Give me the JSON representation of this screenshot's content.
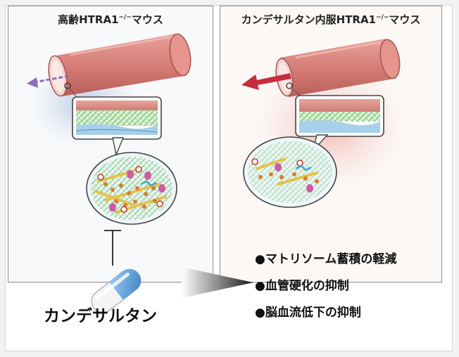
{
  "panels": {
    "left": {
      "title": "高齢HTRA1",
      "superscript": "−/−",
      "suffix": "マウス"
    },
    "right": {
      "title": "カンデサルタン内服HTRA1",
      "superscript": "−/−",
      "suffix": "マウス"
    }
  },
  "effects": [
    "●マトリソーム蓄積の軽減",
    "●血管硬化の抑制",
    "●脳血流低下の抑制"
  ],
  "drug": {
    "label": "カンデサルタン"
  },
  "colors": {
    "vessel": "#d9827c",
    "flow_weak": "#8e6fb7",
    "flow_strong": "#c62d3e",
    "halo_left": "#c3cfe6",
    "halo_right": "#f6c9c3"
  }
}
